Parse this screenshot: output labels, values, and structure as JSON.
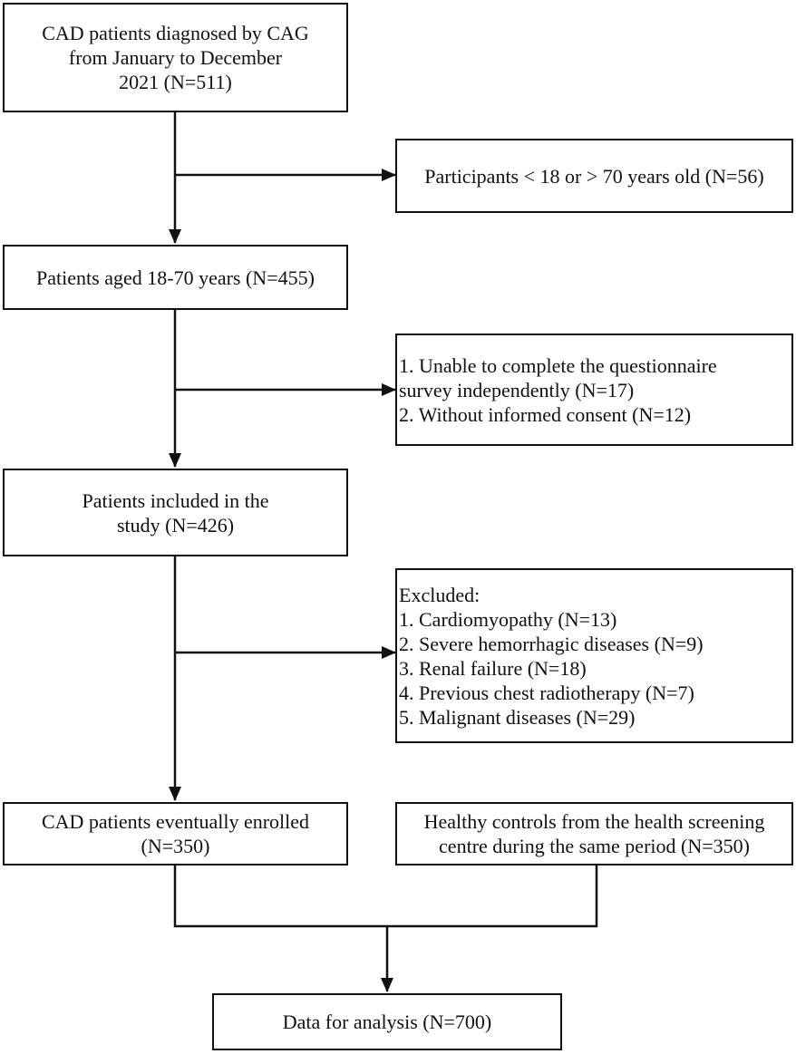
{
  "boxes": {
    "initial": {
      "lines": [
        "CAD patients diagnosed by CAG",
        "from January to December",
        "2021 (N=511)"
      ]
    },
    "exclusion_age": {
      "lines": [
        "Participants < 18 or > 70 years old (N=56)"
      ]
    },
    "aged": {
      "lines": [
        "Patients aged 18-70 years (N=455)"
      ]
    },
    "exclusion_survey": {
      "lines": [
        "1. Unable to complete the questionnaire",
        "survey independently (N=17)",
        "2. Without informed consent (N=12)"
      ]
    },
    "included": {
      "lines": [
        "Patients included in the",
        "study (N=426)"
      ]
    },
    "exclusion_disease": {
      "lines": [
        "Excluded:",
        "1. Cardiomyopathy (N=13)",
        "2. Severe hemorrhagic diseases (N=9)",
        "3. Renal failure (N=18)",
        "4. Previous chest radiotherapy (N=7)",
        "5. Malignant diseases (N=29)"
      ]
    },
    "enrolled": {
      "lines": [
        "CAD patients eventually enrolled",
        "(N=350)"
      ]
    },
    "controls": {
      "lines": [
        "Healthy controls from the health screening",
        "centre during the same period (N=350)"
      ]
    },
    "analysis": {
      "lines": [
        "Data for analysis (N=700)"
      ]
    }
  }
}
